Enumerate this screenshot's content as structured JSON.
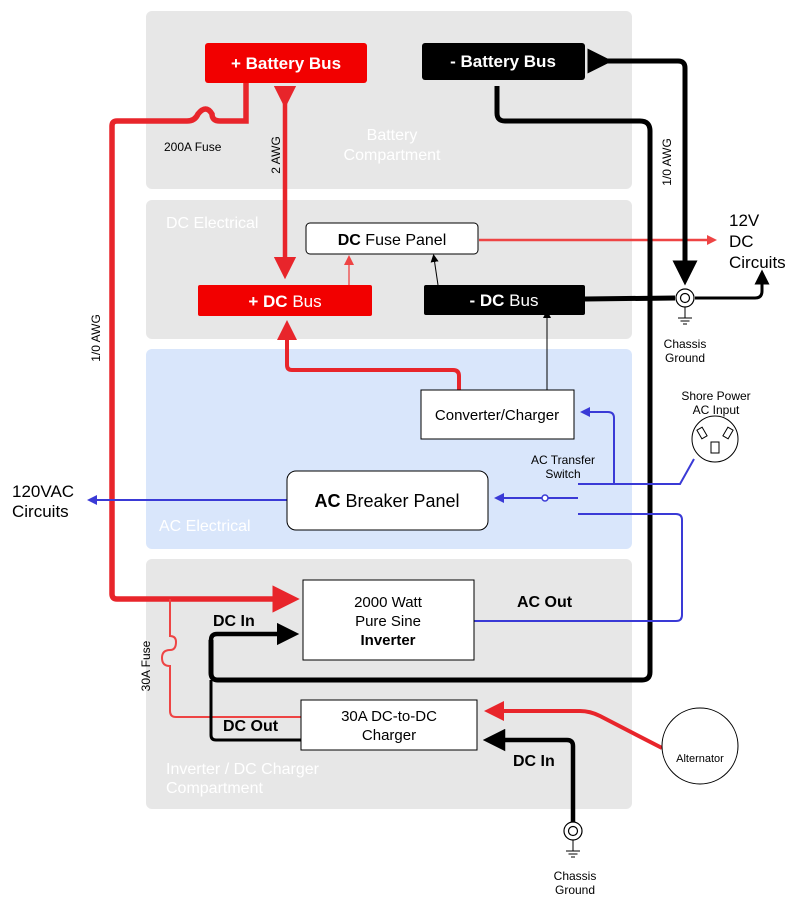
{
  "compartments": {
    "battery": [
      "Battery",
      "Compartment"
    ],
    "dc_electrical": "DC Electrical",
    "ac_electrical": "AC Electrical",
    "inverter": [
      "Inverter / DC Charger",
      "Compartment"
    ]
  },
  "components": {
    "pos_battery_bus": "+ Battery Bus",
    "neg_battery_bus": "- Battery Bus",
    "dc_fuse_panel": {
      "bold": "DC",
      "rest": " Fuse Panel"
    },
    "pos_dc_bus": {
      "sign": "+ ",
      "bold": "DC",
      "rest": " Bus"
    },
    "neg_dc_bus": {
      "sign": "- ",
      "bold": "DC",
      "rest": " Bus"
    },
    "converter_charger": "Converter/Charger",
    "ac_breaker_panel": {
      "bold": "AC",
      "rest": " Breaker Panel"
    },
    "inverter": [
      "2000 Watt",
      "Pure Sine",
      "Inverter"
    ],
    "dc_dc_charger": [
      "30A DC-to-DC",
      "Charger"
    ],
    "alternator": "Alternator"
  },
  "labels": {
    "fuse_200a": "200A Fuse",
    "awg_2": "2 AWG",
    "awg_1_0_left": "1/0 AWG",
    "awg_1_0_right": "1/0 AWG",
    "fuse_30a": "30A  Fuse",
    "dc_circuits_12v": [
      "12V",
      "DC",
      "Circuits"
    ],
    "chassis_ground_top": [
      "Chassis",
      "Ground"
    ],
    "chassis_ground_bottom": [
      "Chassis",
      "Ground"
    ],
    "shore_power": [
      "Shore Power",
      "AC Input"
    ],
    "ac_transfer_switch": [
      "AC Transfer",
      "Switch"
    ],
    "vac_circuits": [
      "120VAC",
      "Circuits"
    ],
    "dc_in_inverter": "DC In",
    "ac_out": "AC Out",
    "dc_out": "DC Out",
    "dc_in_charger": "DC In"
  },
  "colors": {
    "positive": "#e8252b",
    "negative": "#000000",
    "ac": "#3a3ad6",
    "compartment": "#e7e7e7",
    "ac_compartment": "#d9e6fb",
    "thin_red": "#ee4444"
  }
}
